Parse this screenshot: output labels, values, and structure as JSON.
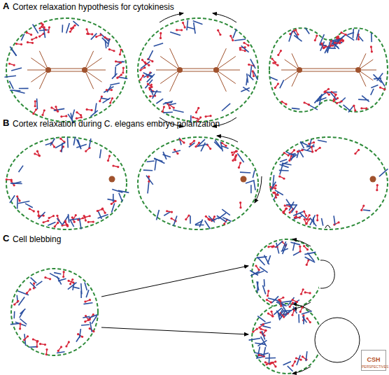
{
  "diagram": {
    "labels": [
      "A",
      "Cortex relaxation hypothesis for cytokinesis",
      "B",
      "Cortex relaxation during C. elegans embryo polarization",
      "C",
      "Cell blebbing",
      "CSH",
      "PERSPECTIVES"
    ]
  }
}
